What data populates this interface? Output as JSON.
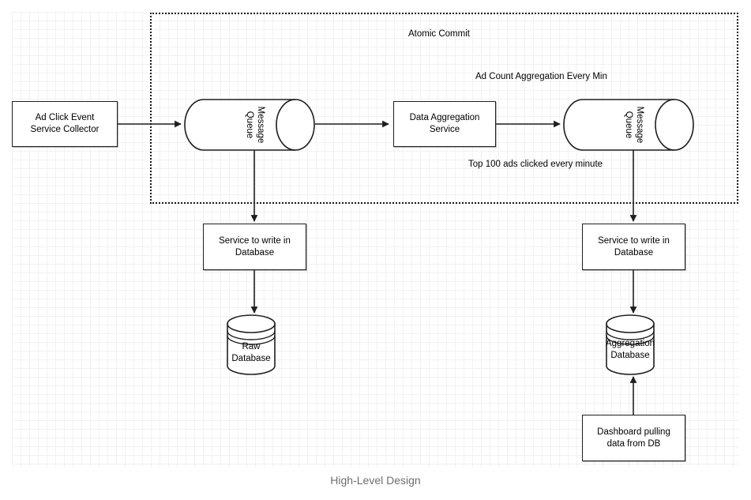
{
  "caption": "High-Level Design",
  "diagram": {
    "type": "flowchart",
    "title": "High-Level Design",
    "region": {
      "name": "atomic-commit",
      "label": "Atomic Commit",
      "border_style": "dotted",
      "border_color": "#1a1a1a"
    },
    "nodes": [
      {
        "id": "collector",
        "shape": "rectangle",
        "label": "Ad Click Event\nService Collector"
      },
      {
        "id": "queue1",
        "shape": "cylinder-horizontal",
        "label": "Message\nQueue"
      },
      {
        "id": "aggregation_service",
        "shape": "rectangle",
        "label": "Data Aggregation\nService"
      },
      {
        "id": "queue2",
        "shape": "cylinder-horizontal",
        "label": "Message\nQueue"
      },
      {
        "id": "writer_raw",
        "shape": "rectangle",
        "label": "Service to write in\nDatabase"
      },
      {
        "id": "writer_agg",
        "shape": "rectangle",
        "label": "Service to write in\nDatabase"
      },
      {
        "id": "raw_db",
        "shape": "database",
        "label": "Raw\nDatabase"
      },
      {
        "id": "agg_db",
        "shape": "database",
        "label": "Aggregation\nDatabase"
      },
      {
        "id": "dashboard",
        "shape": "rectangle",
        "label": "Dashboard pulling\ndata from DB"
      }
    ],
    "edge_labels": [
      {
        "id": "ad_count_label",
        "text": "Ad Count Aggregation Every Min"
      },
      {
        "id": "top100_label",
        "text": "Top 100 ads clicked every minute"
      }
    ],
    "edges": [
      {
        "from": "collector",
        "to": "queue1",
        "direction": "right"
      },
      {
        "from": "queue1",
        "to": "aggregation_service",
        "direction": "right"
      },
      {
        "from": "aggregation_service",
        "to": "queue2",
        "direction": "right"
      },
      {
        "from": "queue1",
        "to": "writer_raw",
        "direction": "down"
      },
      {
        "from": "queue2",
        "to": "writer_agg",
        "direction": "down"
      },
      {
        "from": "writer_raw",
        "to": "raw_db",
        "direction": "down"
      },
      {
        "from": "writer_agg",
        "to": "agg_db",
        "direction": "down"
      },
      {
        "from": "dashboard",
        "to": "agg_db",
        "direction": "up"
      }
    ]
  },
  "colors": {
    "stroke": "#1f1f1f",
    "canvas_background": "#ffffff",
    "grid_minor": "#f2f2f2",
    "grid_major": "#e8e8e8",
    "caption_text": "#6e6e6e"
  }
}
